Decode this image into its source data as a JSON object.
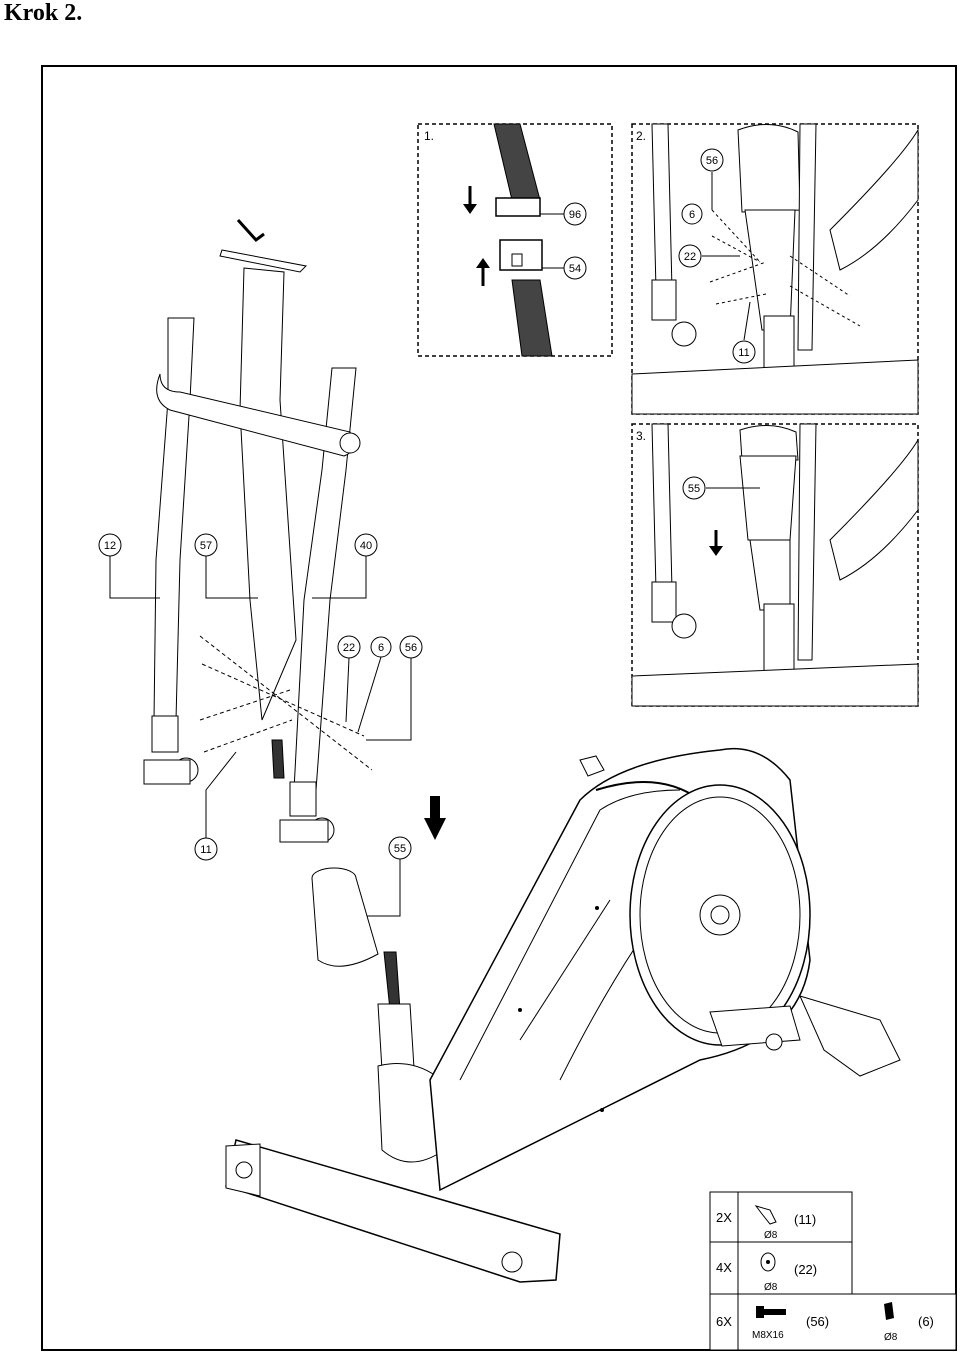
{
  "page": {
    "title": "Krok 2."
  },
  "insets": [
    {
      "label": "1."
    },
    {
      "label": "2."
    },
    {
      "label": "3."
    }
  ],
  "callouts": {
    "main": [
      "12",
      "57",
      "40",
      "22",
      "6",
      "56",
      "11",
      "55"
    ],
    "inset1": [
      "96",
      "54"
    ],
    "inset2": [
      "56",
      "6",
      "22",
      "11"
    ],
    "inset3": [
      "55"
    ]
  },
  "hardware_table": {
    "rows": [
      {
        "qty": "2X",
        "items": [
          {
            "size": "Ø8",
            "part": "(11)",
            "icon": "screw-icon"
          }
        ]
      },
      {
        "qty": "4X",
        "items": [
          {
            "size": "Ø8",
            "part": "(22)",
            "icon": "washer-icon"
          }
        ]
      },
      {
        "qty": "6X",
        "items": [
          {
            "size": "M8X16",
            "part": "(56)",
            "icon": "bolt-icon"
          },
          {
            "size": "Ø8",
            "part": "(6)",
            "icon": "spring-washer-icon"
          }
        ]
      }
    ]
  }
}
